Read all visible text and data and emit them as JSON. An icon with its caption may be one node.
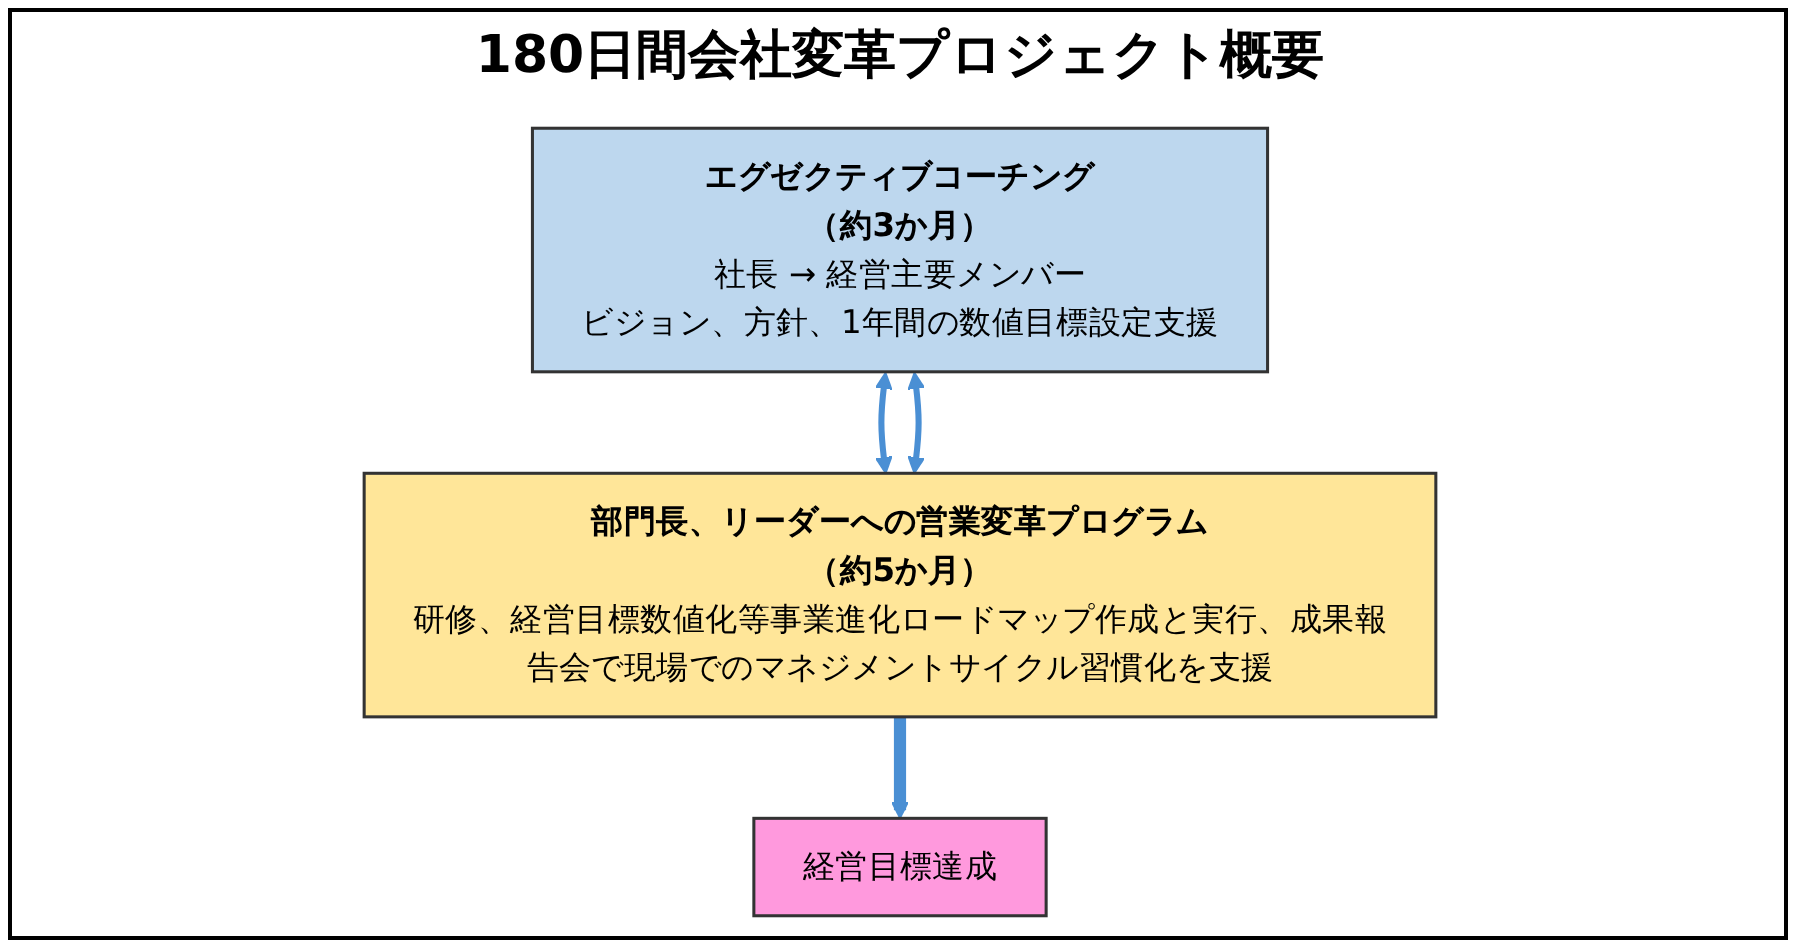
{
  "diagram": {
    "title": "180日間会社変革プロジェクト概要",
    "nodes": [
      {
        "text": [
          "エグゼクティブコーチング",
          "（約3か月）",
          "社長 → 経営主要メンバー",
          "ビジョン、方針、1年間の数値目標設定支援"
        ]
      },
      {
        "text": [
          "部門長、リーダーへの営業変革プログラム",
          "（約5か月）",
          "研修、経営目標数値化等事業進化ロードマップ作成と実行、成果報告会で現場でのマネジメントサイクル習慣化を支援"
        ]
      },
      {
        "text": [
          "経営目標達成"
        ]
      }
    ],
    "edges": [
      {
        "from": 0,
        "to": 1,
        "arrow": "both"
      },
      {
        "from": 0,
        "to": 1,
        "arrow": "both"
      },
      {
        "from": 1,
        "to": 2,
        "arrow": "to",
        "style": "thick"
      }
    ]
  }
}
